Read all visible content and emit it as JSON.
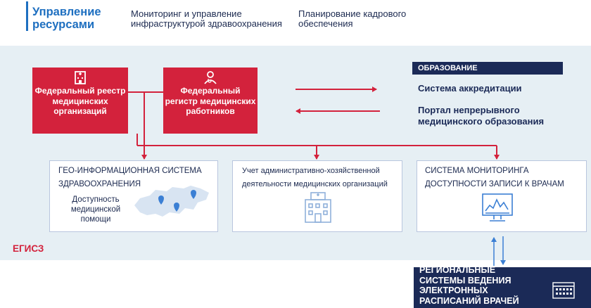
{
  "header": {
    "title": "Управление ресурсами",
    "sub1": "Мониторинг и управление инфраструктурой здравоохранения",
    "sub2": "Планирование кадрового обеспечения"
  },
  "registries": {
    "orgs": "Федеральный реестр медицинских организаций",
    "staff": "Федеральный регистр медицинских работников"
  },
  "education": {
    "header": "ОБРАЗОВАНИЕ",
    "items": [
      "Система аккредитации",
      "Портал непрерывного медицинского образования"
    ]
  },
  "systems": {
    "geo_title": "ГЕО-ИНФОРМАЦИОННАЯ СИСТЕМА ЗДРАВООХРАНЕНИЯ",
    "geo_sub": "Доступность медицинской помощи",
    "admin_title": "Учет административно-хозяйственной деятельности медицинских организаций",
    "monitor_title": "СИСТЕМА МОНИТОРИНГА ДОСТУПНОСТИ ЗАПИСИ К ВРАЧАМ"
  },
  "egisz_label": "ЕГИСЗ",
  "regional": "РЕГИОНАЛЬНЫЕ СИСТЕМЫ ВЕДЕНИЯ ЭЛЕКТРОННЫХ РАСПИСАНИЙ ВРАЧЕЙ",
  "colors": {
    "red": "#d3223c",
    "navy": "#1b2a57",
    "blue": "#1e6fc0",
    "panel": "#e6eff4"
  }
}
